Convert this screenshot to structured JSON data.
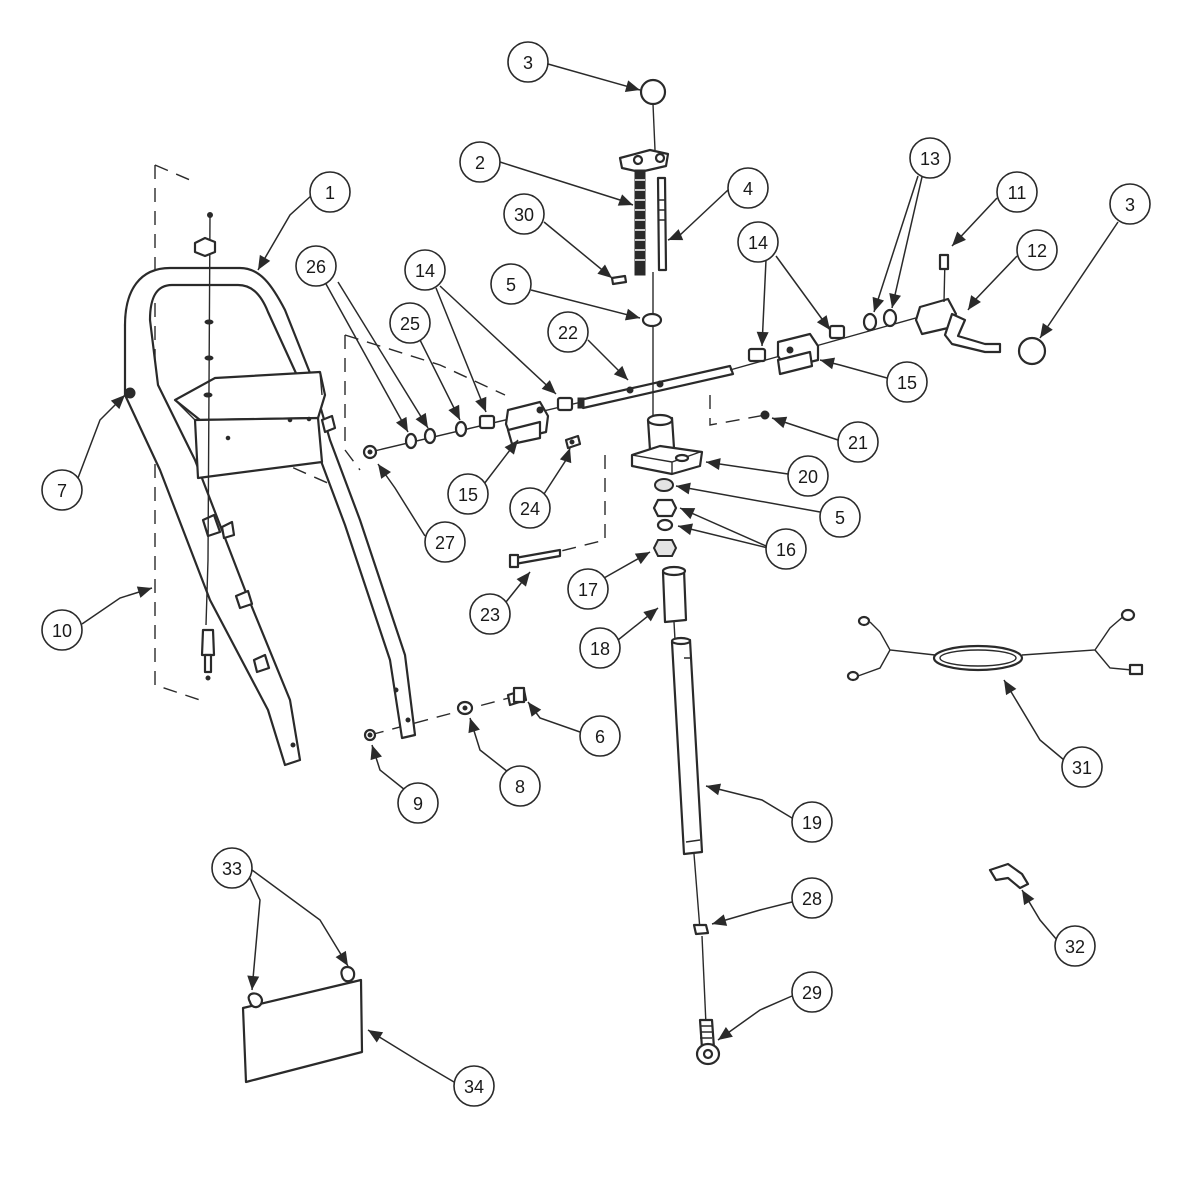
{
  "callouts": [
    {
      "id": "c3a",
      "label": "3",
      "part": "knob-top"
    },
    {
      "id": "c2",
      "label": "2",
      "part": "control-rod"
    },
    {
      "id": "c4",
      "label": "4",
      "part": "bolt"
    },
    {
      "id": "c30",
      "label": "30",
      "part": "roll-pin"
    },
    {
      "id": "c5a",
      "label": "5",
      "part": "bushing-upper"
    },
    {
      "id": "c13",
      "label": "13",
      "part": "washers-right"
    },
    {
      "id": "c11",
      "label": "11",
      "part": "set-screw"
    },
    {
      "id": "c3b",
      "label": "3",
      "part": "knob-right"
    },
    {
      "id": "c12",
      "label": "12",
      "part": "crank-handle"
    },
    {
      "id": "c14a",
      "label": "14",
      "part": "spacers-left"
    },
    {
      "id": "c14b",
      "label": "14",
      "part": "spacers-right"
    },
    {
      "id": "c1",
      "label": "1",
      "part": "handle-frame"
    },
    {
      "id": "c26",
      "label": "26",
      "part": "washers-left"
    },
    {
      "id": "c25",
      "label": "25",
      "part": "washer"
    },
    {
      "id": "c22",
      "label": "22",
      "part": "shaft"
    },
    {
      "id": "c15b",
      "label": "15",
      "part": "bearing-right"
    },
    {
      "id": "c7",
      "label": "7",
      "part": "nut"
    },
    {
      "id": "c21",
      "label": "21",
      "part": "nut-small"
    },
    {
      "id": "c20",
      "label": "20",
      "part": "gearbox-mount"
    },
    {
      "id": "c15a",
      "label": "15",
      "part": "bearing-left"
    },
    {
      "id": "c24",
      "label": "24",
      "part": "screw"
    },
    {
      "id": "c27",
      "label": "27",
      "part": "lock-nut"
    },
    {
      "id": "c5b",
      "label": "5",
      "part": "bushing-lower"
    },
    {
      "id": "c16",
      "label": "16",
      "part": "nuts"
    },
    {
      "id": "c17",
      "label": "17",
      "part": "jam-nut"
    },
    {
      "id": "c23",
      "label": "23",
      "part": "long-bolt"
    },
    {
      "id": "c18",
      "label": "18",
      "part": "coupler"
    },
    {
      "id": "c10",
      "label": "10",
      "part": "cable"
    },
    {
      "id": "c6",
      "label": "6",
      "part": "bolt-handle"
    },
    {
      "id": "c9",
      "label": "9",
      "part": "nut-handle"
    },
    {
      "id": "c8",
      "label": "8",
      "part": "washer-handle"
    },
    {
      "id": "c31",
      "label": "31",
      "part": "wire-harness"
    },
    {
      "id": "c19",
      "label": "19",
      "part": "extension-tube"
    },
    {
      "id": "c33",
      "label": "33",
      "part": "hooks"
    },
    {
      "id": "c28",
      "label": "28",
      "part": "nut-lower"
    },
    {
      "id": "c32",
      "label": "32",
      "part": "clip"
    },
    {
      "id": "c29",
      "label": "29",
      "part": "rod-end"
    },
    {
      "id": "c34",
      "label": "34",
      "part": "sign-plate"
    }
  ]
}
